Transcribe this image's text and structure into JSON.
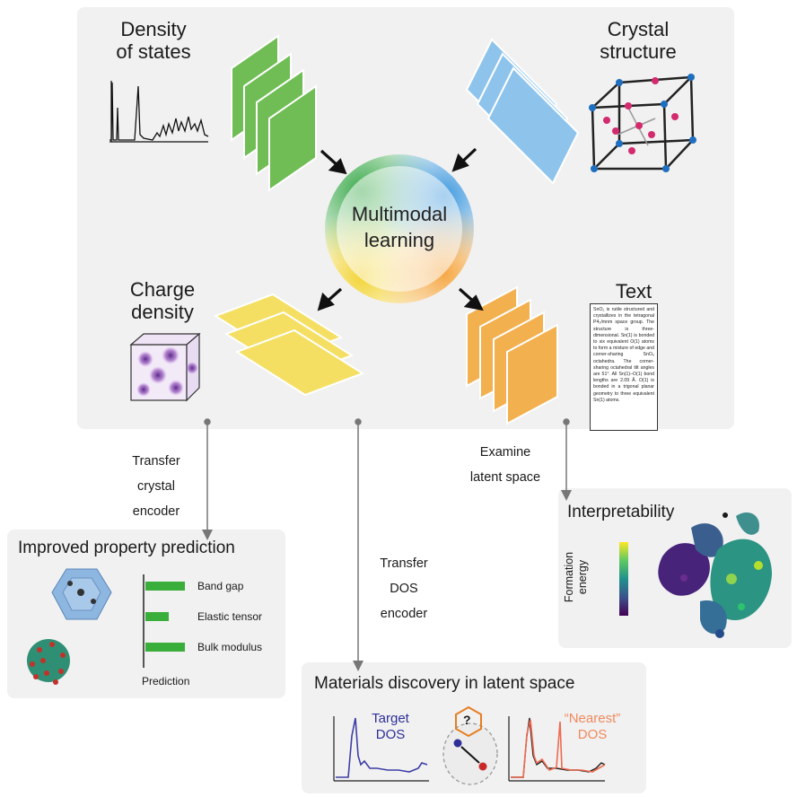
{
  "center": {
    "line1": "Multimodal",
    "line2": "learning"
  },
  "modalities": {
    "dos": {
      "line1": "Density",
      "line2": "of states"
    },
    "crystal": {
      "line1": "Crystal",
      "line2": "structure"
    },
    "charge": {
      "line1": "Charge",
      "line2": "density"
    },
    "text": {
      "title": "Text",
      "document": "SnO₂ is rutile structured and crystallizes in the tetragonal P4₂/mnm space group. The structure is three-dimensional. Sn(1) is bonded to six equivalent O(1) atoms to form a mixture of edge and corner-sharing SnO₆ octahedra. The corner-sharing octahedral tilt angles are 51°. All Sn(1)–O(1) bond lengths are 2.09 Å. O(1) is bonded in a trigonal planar geometry to three equivalent Sn(1) atoms."
    }
  },
  "arrows": {
    "transfer_crystal": {
      "line1": "Transfer",
      "line2": "crystal",
      "line3": "encoder"
    },
    "transfer_dos": {
      "line1": "Transfer",
      "line2": "DOS",
      "line3": "encoder"
    },
    "examine": {
      "line1": "Examine",
      "line2": "latent space"
    }
  },
  "property": {
    "title": "Improved property prediction",
    "bars": [
      {
        "label": "Band gap",
        "value": 1.0
      },
      {
        "label": "Elastic tensor",
        "value": 0.6
      },
      {
        "label": "Bulk modulus",
        "value": 1.0
      }
    ],
    "xlabel": "Prediction"
  },
  "discovery": {
    "title": "Materials discovery in latent space",
    "target": {
      "line1": "Target",
      "line2": "DOS"
    },
    "nearest": {
      "line1": "“Nearest”",
      "line2": "DOS"
    },
    "question": "?"
  },
  "interpretability": {
    "title": "Interpretability",
    "colorbar_label_1": "Formation",
    "colorbar_label_2": "energy"
  },
  "colors": {
    "green": "#6fbd54",
    "blue": "#8ec4ec",
    "yellow": "#f5df63",
    "orange": "#f3b04f",
    "accent_green": "#3aae3a",
    "navy": "#2f2f9a",
    "salmon": "#ef8a5c"
  }
}
